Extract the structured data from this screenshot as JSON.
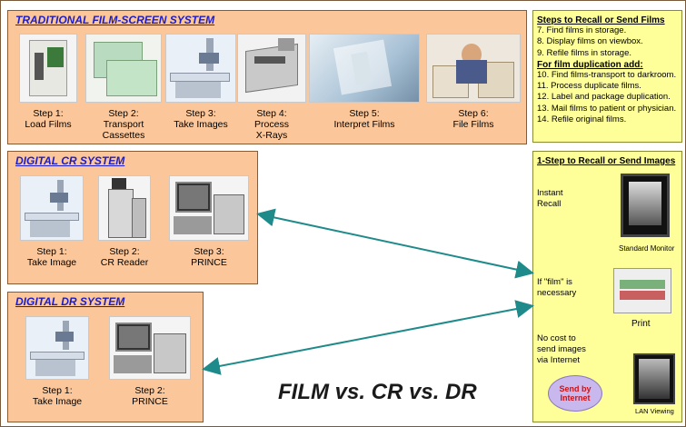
{
  "film_panel": {
    "title": "TRADITIONAL FILM-SCREEN SYSTEM",
    "steps": [
      {
        "label": "Step 1:\nLoad Films",
        "icon": "film-loader-image"
      },
      {
        "label": "Step 2:\nTransport\nCassettes",
        "icon": "cassettes-image"
      },
      {
        "label": "Step 3:\nTake Images",
        "icon": "xray-table-image"
      },
      {
        "label": "Step 4:\nProcess\nX-Rays",
        "icon": "film-processor-image"
      },
      {
        "label": "Step 5:\nInterpret Films",
        "icon": "viewbox-image"
      },
      {
        "label": "Step 6:\nFile Films",
        "icon": "filing-person-image"
      }
    ]
  },
  "cr_panel": {
    "title": "DIGITAL CR SYSTEM",
    "steps": [
      {
        "label": "Step 1:\nTake Image",
        "icon": "xray-table-image"
      },
      {
        "label": "Step 2:\nCR Reader",
        "icon": "cr-reader-image"
      },
      {
        "label": "Step 3:\nPRINCE",
        "icon": "prince-image"
      }
    ]
  },
  "dr_panel": {
    "title": "DIGITAL DR SYSTEM",
    "steps": [
      {
        "label": "Step 1:\nTake Image",
        "icon": "xray-table-image"
      },
      {
        "label": "Step 2:\nPRINCE",
        "icon": "prince-image"
      }
    ]
  },
  "recall_panel": {
    "heading": "Steps to Recall or Send Films",
    "lines": [
      "7. Find films in storage.",
      "8. Display films on viewbox.",
      "9. Refile films in storage."
    ],
    "subheading": "For film duplication add:",
    "dup_lines": [
      "10. Find films-transport to darkroom.",
      "11. Process duplicate films.",
      "12. Label and package duplication.",
      "13. Mail films to patient or physician.",
      "14. Refile original films."
    ]
  },
  "one_step_panel": {
    "heading": "1-Step to Recall or Send Images",
    "instant_recall": "Instant\nRecall",
    "standard_monitor": "Standard Monitor",
    "if_film": "If \"film\" is\nnecessary",
    "print": "Print",
    "no_cost": "No cost to\nsend images\nvia Internet",
    "send_by_internet": "Send by\nInternet",
    "lan_viewing": "LAN Viewing"
  },
  "main_title": "FILM vs. CR vs. DR",
  "colors": {
    "panel_orange": "#fbc79a",
    "panel_yellow": "#ffff99",
    "title_blue": "#1c1cc8",
    "arrow_teal": "#1f8a8a"
  }
}
